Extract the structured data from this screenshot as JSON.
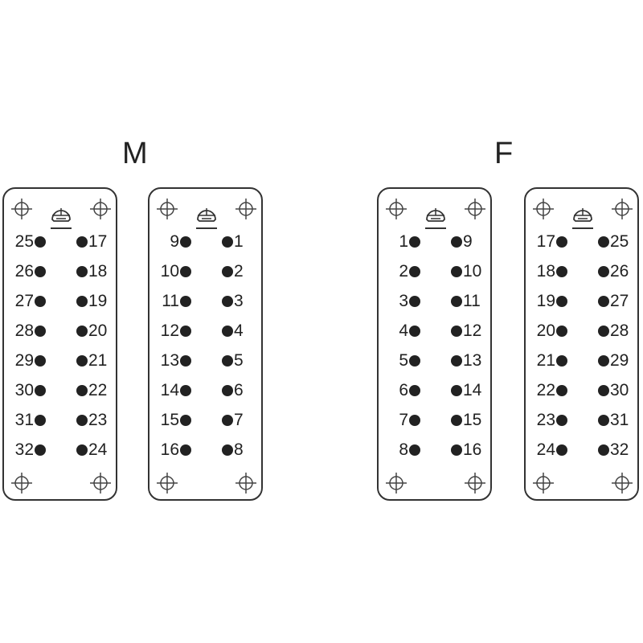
{
  "groups": [
    {
      "title": "M",
      "panels": [
        {
          "left": [
            "25",
            "26",
            "27",
            "28",
            "29",
            "30",
            "31",
            "32"
          ],
          "right": [
            "17",
            "18",
            "19",
            "20",
            "21",
            "22",
            "23",
            "24"
          ]
        },
        {
          "left": [
            "9",
            "10",
            "11",
            "12",
            "13",
            "14",
            "15",
            "16"
          ],
          "right": [
            "1",
            "2",
            "3",
            "4",
            "5",
            "6",
            "7",
            "8"
          ]
        }
      ]
    },
    {
      "title": "F",
      "panels": [
        {
          "left": [
            "1",
            "2",
            "3",
            "4",
            "5",
            "6",
            "7",
            "8"
          ],
          "right": [
            "9",
            "10",
            "11",
            "12",
            "13",
            "14",
            "15",
            "16"
          ]
        },
        {
          "left": [
            "17",
            "18",
            "19",
            "20",
            "21",
            "22",
            "23",
            "24"
          ],
          "right": [
            "25",
            "26",
            "27",
            "28",
            "29",
            "30",
            "31",
            "32"
          ]
        }
      ]
    }
  ]
}
